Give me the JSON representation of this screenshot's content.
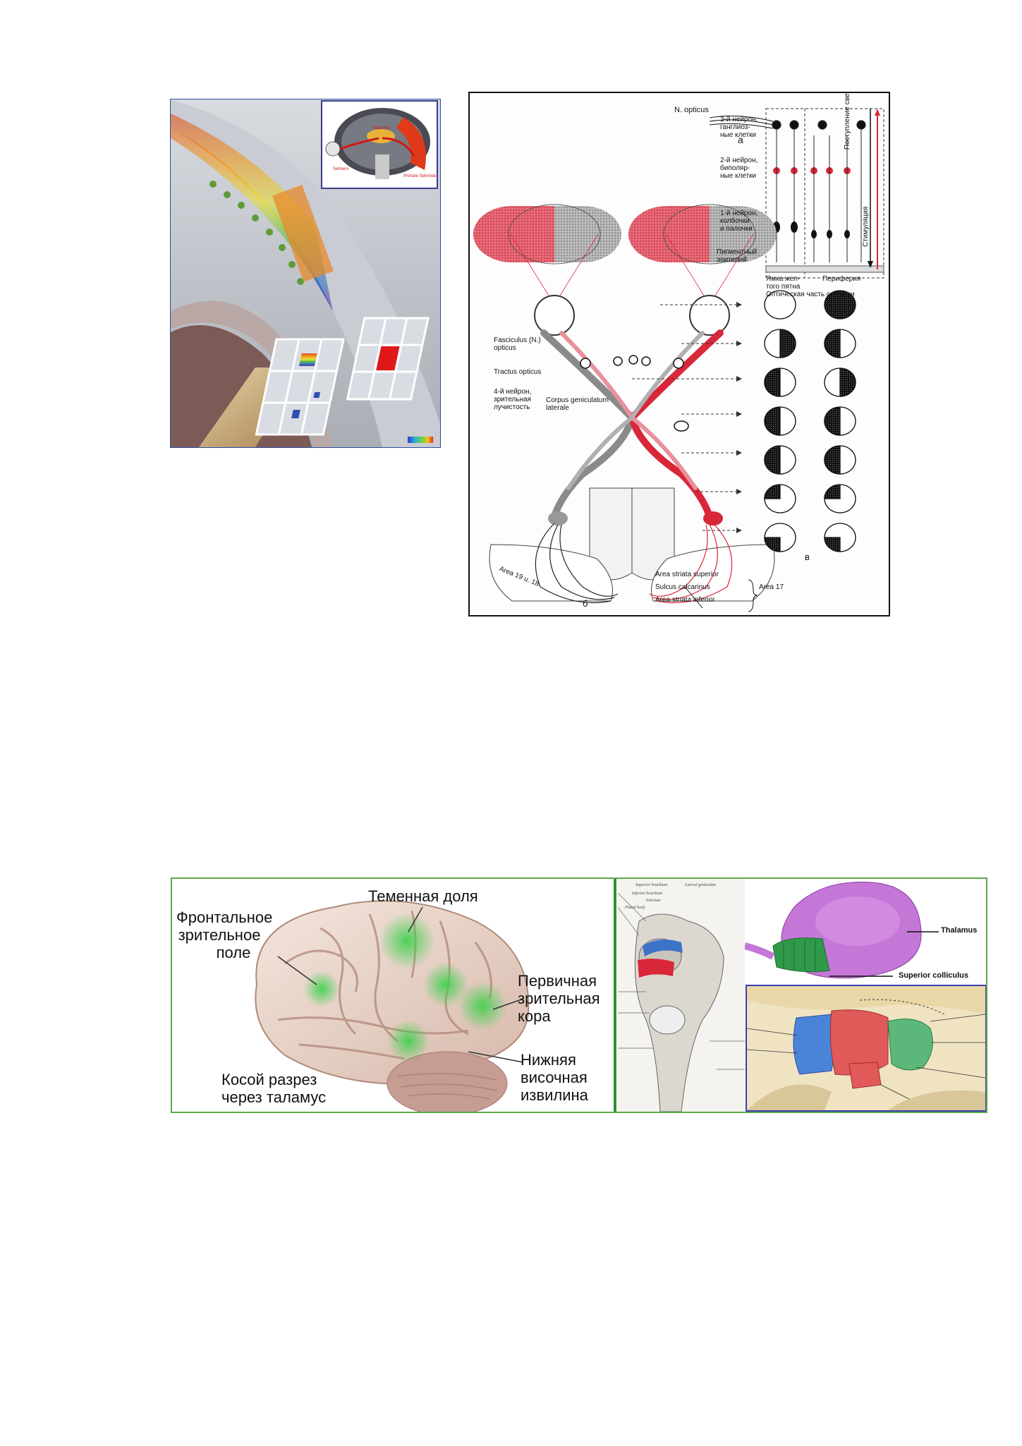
{
  "retina_panel": {
    "inset": {
      "label_left": "Sehnerv",
      "label_mid": "Thalamus",
      "label_right": "Primäre Sehrinde"
    }
  },
  "visual_pathway": {
    "letters": {
      "a": "а",
      "b": "б",
      "v": "в"
    },
    "retina_labels": {
      "n_opticus": "N. opticus",
      "neuron3": [
        "3-й нейрон,",
        "ганглиоз-",
        "ные клетки"
      ],
      "neuron2": [
        "2-й нейрон,",
        "биполяр-",
        "ные клетки"
      ],
      "neuron1": [
        "1-й нейрон,",
        "колбочки",
        "и палочки"
      ],
      "pigment": [
        "Пигментный",
        "эпителий"
      ],
      "fovea": [
        "Ямка жел-",
        "того пятна"
      ],
      "periphery": "Периферия",
      "optic_part": "Оптическая часть сетчатки",
      "light": "Поступление света",
      "stimulation": "Стимуляция"
    },
    "pathway_labels": {
      "fasciculus": [
        "Fasciculus (N.)",
        "opticus"
      ],
      "tractus": "Tractus opticus",
      "neuron4": [
        "4-й нейрон,",
        "зрительная",
        "лучистость"
      ],
      "corpus": [
        "Corpus geniculatum",
        "laterale"
      ],
      "area19": "Area 19 u. 18",
      "striata_sup": "Area striata superior",
      "sulcus": "Sulcus calcarinus",
      "striata_inf": "Area striata inferior",
      "area17": "Area 17"
    }
  },
  "brain_panel": {
    "frontal_field": [
      "Фронтальное",
      "зрительное",
      "поле"
    ],
    "parietal": "Теменная доля",
    "primary_cortex": [
      "Первичная",
      "зрительная",
      "кора"
    ],
    "inferior_temporal": [
      "Нижняя",
      "височная",
      "извилина"
    ],
    "oblique_section": [
      "Косой разрез",
      "через таламус"
    ]
  },
  "thalamus_panel": {
    "thalamus": "Thalamus",
    "superior_colliculus": "Superior colliculus"
  },
  "colors": {
    "pathway_red": "#d9273a",
    "border_green": "#5aa84a",
    "divider_green": "#2f8f2f"
  }
}
